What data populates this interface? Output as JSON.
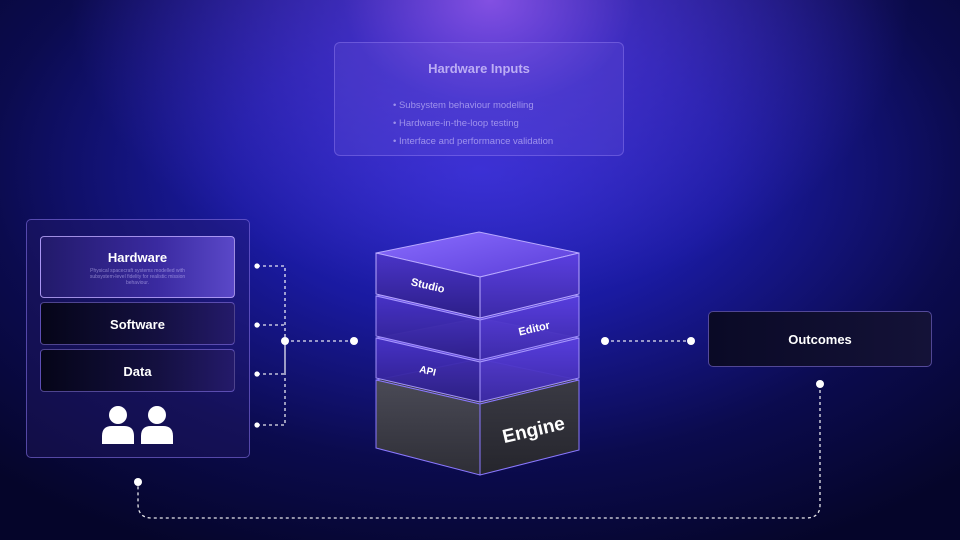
{
  "hardware_inputs": {
    "title": "Hardware Inputs",
    "items": [
      "• Subsystem behaviour modelling",
      "• Hardware-in-the-loop testing",
      "• Interface and performance validation"
    ]
  },
  "inputs_panel": {
    "hardware": {
      "label": "Hardware",
      "description": "Physical spacecraft systems modelled with subsystem-level fidelity for realistic mission behaviour."
    },
    "software": {
      "label": "Software"
    },
    "data": {
      "label": "Data"
    },
    "people_icon": "users-icon"
  },
  "stack": {
    "layers": [
      "Studio",
      "Editor",
      "API",
      "Engine"
    ]
  },
  "outcomes": {
    "label": "Outcomes"
  },
  "colors": {
    "accent_purple": "#7a5cf0",
    "layer_purple": "#5b3fd8",
    "engine_dark": "#2c2c34",
    "connector_white": "#ffffff"
  }
}
